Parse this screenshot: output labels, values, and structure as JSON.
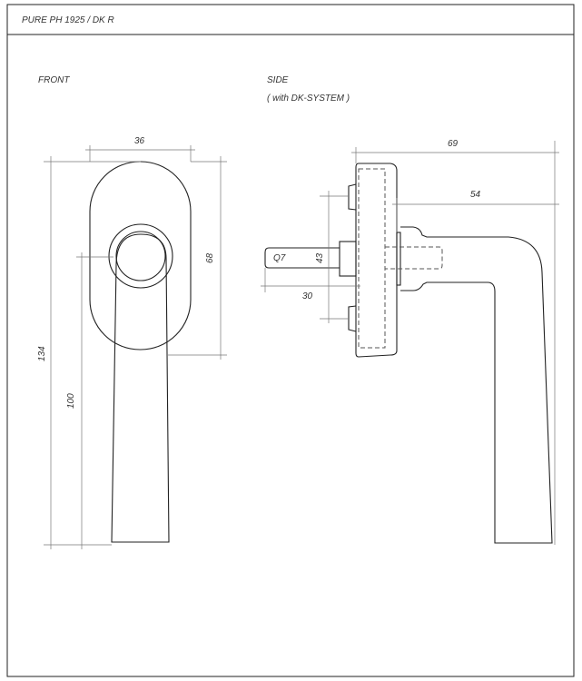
{
  "title": "PURE  PH 1925 / DK R",
  "front": {
    "label": "FRONT",
    "dims": {
      "width": "36",
      "rosette_height": "68",
      "total_height": "134",
      "lever_length": "100"
    }
  },
  "side": {
    "label": "SIDE",
    "sublabel": "( with DK-SYSTEM )",
    "dims": {
      "total_depth": "69",
      "lever_depth": "54",
      "spindle": "Q7",
      "bolt_spacing": "43",
      "spindle_length": "30"
    }
  }
}
